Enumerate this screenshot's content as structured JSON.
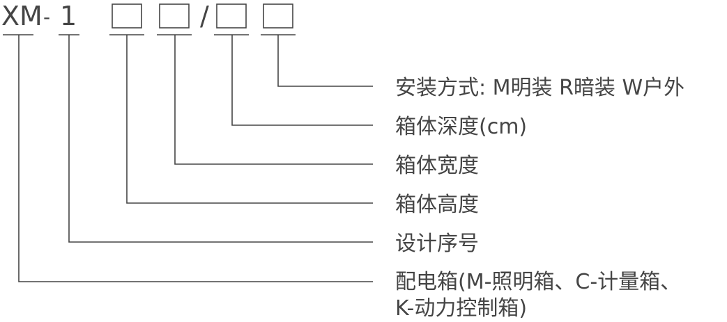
{
  "code": {
    "prefix": "XM",
    "dash": "-",
    "series": "1",
    "slash": "/"
  },
  "boxes": [
    {
      "placeholder": "height"
    },
    {
      "placeholder": "width"
    },
    {
      "placeholder": "depth"
    },
    {
      "placeholder": "mount"
    }
  ],
  "labels": [
    "安装方式: M明装 R暗装 W户外",
    "箱体深度(cm)",
    "箱体宽度",
    "箱体高度",
    "设计序号",
    "配电箱(M-照明箱、C-计量箱、",
    "K-动力控制箱)"
  ],
  "colors": {
    "ink": "#454545",
    "background": "#ffffff"
  }
}
